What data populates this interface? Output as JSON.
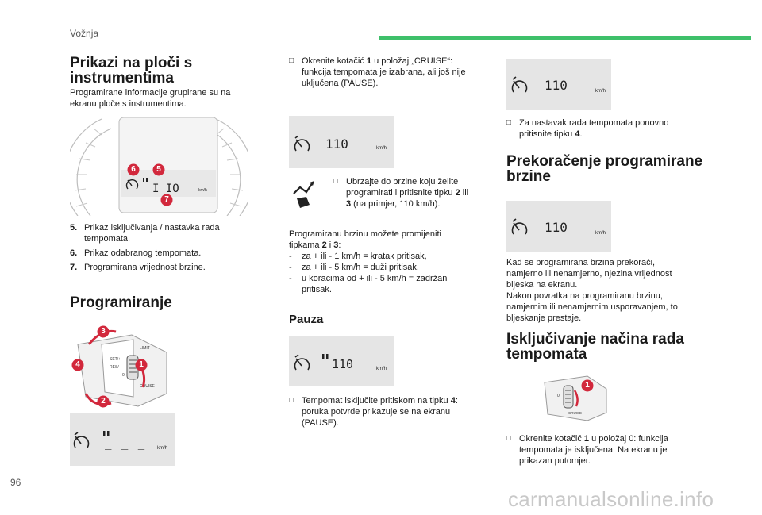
{
  "header": {
    "section": "Vožnja"
  },
  "footer": {
    "page_number": "96",
    "watermark": "carmanualsonline.info"
  },
  "col1": {
    "title_line1": "Prikazi na ploči s",
    "title_line2": "instrumentima",
    "intro_line1": "Programirane informacije grupirane su na",
    "intro_line2": "ekranu ploče s instrumentima.",
    "callouts": [
      "6",
      "5",
      "7"
    ],
    "items": [
      {
        "num": "5.",
        "line1": "Prikaz isključivanja / nastavka rada",
        "line2": "tempomata."
      },
      {
        "num": "6.",
        "line1": "Prikaz odabranog tempomata.",
        "line2": ""
      },
      {
        "num": "7.",
        "line1": "Programirana vrijednost brzine.",
        "line2": ""
      }
    ],
    "programming_title": "Programiranje",
    "stalk_callouts": [
      "3",
      "4",
      "1",
      "2"
    ],
    "stalk_labels": {
      "limit": "LIMIT",
      "set": "SET/+",
      "res": "RES/-",
      "cruise": "CRUISE",
      "zero": "0"
    },
    "display_blank": {
      "value": "_ _ _",
      "unit": "km/h"
    }
  },
  "col2": {
    "step1_line1": "Okrenite kotačić ",
    "step1_bold": "1",
    "step1_line1b": " u položaj „CRUISE“:",
    "step1_line2": "funkcija tempomata je izabrana, ali još nije",
    "step1_line3": "uključena (PAUSE).",
    "display1": {
      "value": "110",
      "unit": "km/h"
    },
    "step2_line1": "Ubrzajte do brzine koju želite",
    "step2_line2": "programirati i pritisnite tipku ",
    "step2_bold2": "2",
    "step2_line2b": " ili",
    "step2_bold3": "3",
    "step2_line3": " (na primjer, 110 km/h).",
    "modify_line1": "Programiranu brzinu možete promijeniti",
    "modify_line2a": "tipkama ",
    "modify_b2": "2",
    "modify_i": " i ",
    "modify_b3": "3",
    "modify_colon": ":",
    "dash1": "za + ili - 1 km/h = kratak pritisak,",
    "dash2": "za + ili - 5 km/h = duži pritisak,",
    "dash3_line1": "u koracima od + ili - 5 km/h = zadržan",
    "dash3_line2": "pritisak.",
    "pause_title": "Pauza",
    "display2": {
      "value": "110",
      "unit": "km/h"
    },
    "pause_line1": "Tempomat isključite pritiskom na tipku ",
    "pause_bold": "4",
    "pause_colon": ":",
    "pause_line2": "poruka potvrde prikazuje se na ekranu",
    "pause_line3": "(PAUSE)."
  },
  "col3": {
    "display3": {
      "value": "110",
      "unit": "km/h"
    },
    "resume_line1": "Za nastavak rada tempomata ponovno",
    "resume_line2": "pritisnite tipku ",
    "resume_bold": "4",
    "resume_end": ".",
    "over_title_line1": "Prekoračenje programirane",
    "over_title_line2": "brzine",
    "display4": {
      "value": "110",
      "unit": "km/h"
    },
    "over_p1": "Kad se programirana brzina prekorači,",
    "over_p2": "namjerno ili nenamjerno, njezina vrijednost",
    "over_p3": "bljeska na ekranu.",
    "over_p4": "Nakon povratka na programiranu brzinu,",
    "over_p5": "namjernim ili nenamjernim usporavanjem, to",
    "over_p6": "bljeskanje prestaje.",
    "off_title_line1": "Isključivanje načina rada",
    "off_title_line2": "tempomata",
    "off_callout": "1",
    "off_line1a": "Okrenite kotačić ",
    "off_bold": "1",
    "off_line1b": " u položaj 0: funkcija",
    "off_line2": "tempomata je isključena. Na ekranu je",
    "off_line3": "prikazan putomjer."
  },
  "colors": {
    "accent_red": "#d2283c",
    "green": "#3ec06a",
    "panel_grey": "#e5e5e5"
  }
}
